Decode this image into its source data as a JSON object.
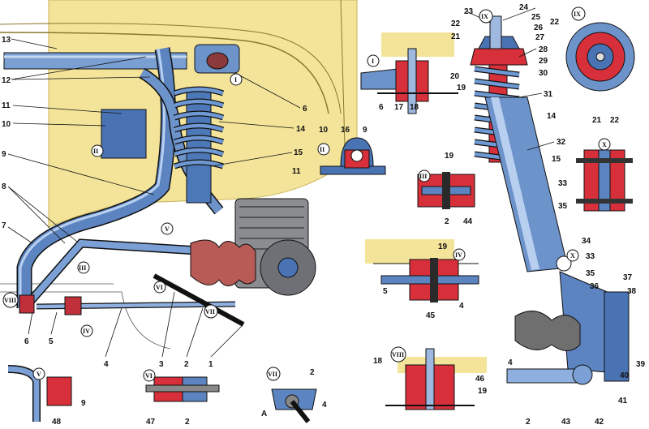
{
  "callouts": {
    "c1": "1",
    "c2": "2",
    "c3": "3",
    "c4": "4",
    "c5": "5",
    "c6": "6",
    "c7": "7",
    "c8": "8",
    "c9": "9",
    "c10": "10",
    "c11": "11",
    "c12": "12",
    "c13": "13",
    "c14": "14",
    "c15": "15",
    "c16": "16",
    "c17": "17",
    "c18": "18",
    "c19": "19",
    "c20": "20",
    "c21": "21",
    "c22": "22",
    "c23": "23",
    "c24": "24",
    "c25": "25",
    "c26": "26",
    "c27": "27",
    "c28": "28",
    "c29": "29",
    "c30": "30",
    "c31": "31",
    "c32": "32",
    "c33": "33",
    "c34": "34",
    "c35": "35",
    "c36": "36",
    "c37": "37",
    "c38": "38",
    "c39": "39",
    "c40": "40",
    "c41": "41",
    "c42": "42",
    "c43": "43",
    "c44": "44",
    "c45": "45",
    "c46": "46",
    "c47": "47",
    "c48": "48",
    "cA": "A"
  },
  "details": {
    "I": "I",
    "II": "II",
    "III": "III",
    "IV": "IV",
    "V": "V",
    "VI": "VI",
    "VII": "VII",
    "VIII": "VIII",
    "IX": "IX",
    "X": "X"
  },
  "colors": {
    "metal": "#5b84c0",
    "metal_light": "#a9c3e6",
    "rubber": "#d8303a",
    "boot": "#b85a56",
    "body_panel": "#f3e49a",
    "bracket": "#3d6fb5",
    "outline": "#111111"
  }
}
